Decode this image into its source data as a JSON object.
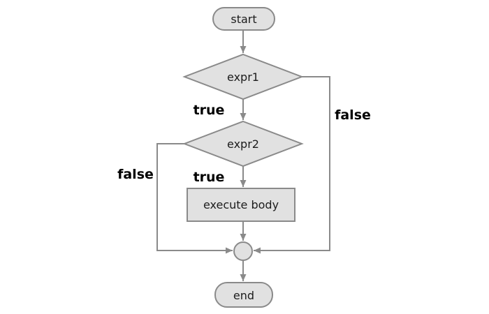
{
  "nodes": {
    "start": {
      "label": "start",
      "shape": "terminator"
    },
    "expr1": {
      "label": "expr1",
      "shape": "decision"
    },
    "expr2": {
      "label": "expr2",
      "shape": "decision"
    },
    "execute_body": {
      "label": "execute body",
      "shape": "process"
    },
    "junction": {
      "label": "",
      "shape": "connector-circle"
    },
    "end": {
      "label": "end",
      "shape": "terminator"
    }
  },
  "edge_labels": {
    "expr1_true": "true",
    "expr1_false": "false",
    "expr2_true": "true",
    "expr2_false": "false"
  },
  "colors": {
    "node-fill": "#e1e1e1",
    "node-border": "#8a8a8a",
    "edge": "#8a8a8a",
    "node-text": "#1c1c1c",
    "label-text": "#000000",
    "background": "#ffffff"
  }
}
